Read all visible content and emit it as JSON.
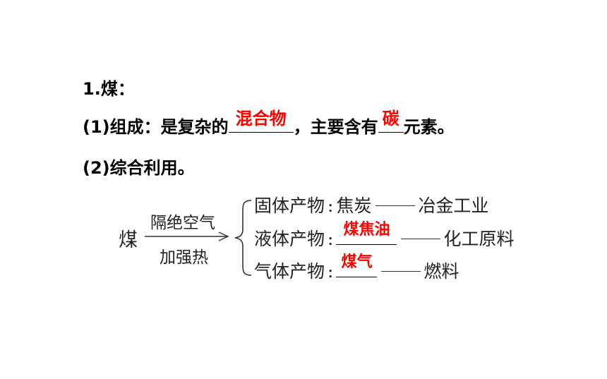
{
  "heading": "1.煤：",
  "composition": {
    "prefix": "(1)组成：是复杂的",
    "answer1": "混合物",
    "middle": "，主要含有",
    "answer2": "碳",
    "suffix": "元素。"
  },
  "use_heading": "(2)综合利用。",
  "diagram": {
    "source": "煤",
    "condition_top": "隔绝空气",
    "condition_bottom": "加强热",
    "products": [
      {
        "label": "固体产物",
        "product": "焦炭",
        "use": "冶金工业"
      },
      {
        "label": "液体产物",
        "product": "煤焦油",
        "use": "化工原料"
      },
      {
        "label": "气体产物",
        "product": "煤气",
        "use": "燃料"
      }
    ]
  },
  "colors": {
    "answer": "#ff0000",
    "text": "#000000"
  }
}
